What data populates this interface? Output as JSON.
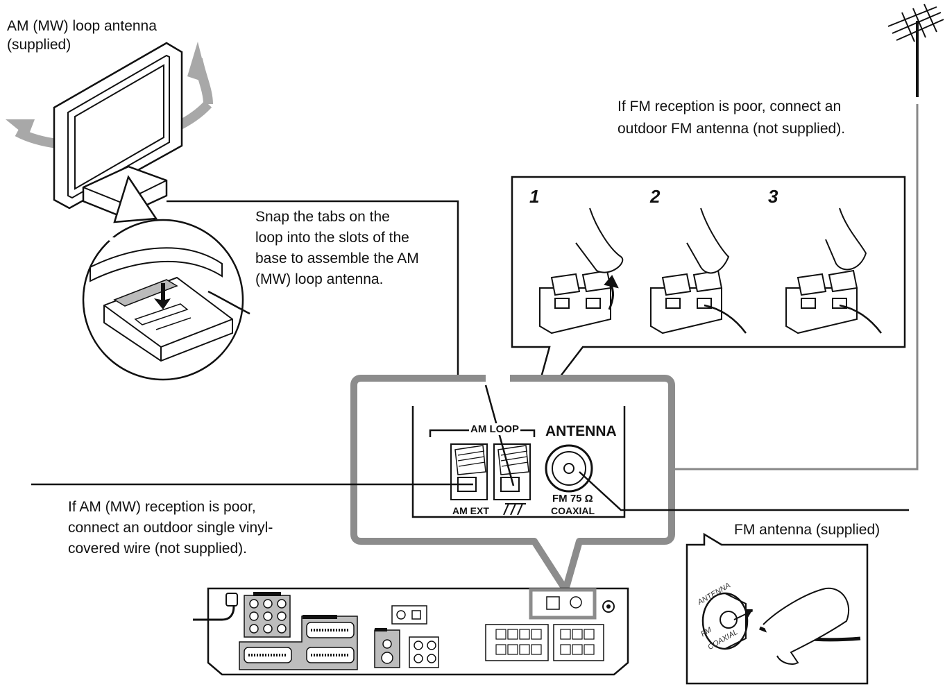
{
  "labels": {
    "am_loop_antenna": [
      "AM (MW) loop antenna",
      "(supplied)"
    ],
    "snap_instruction": [
      "Snap the tabs on the",
      "loop into the slots of the",
      "base to assemble the AM",
      "(MW) loop antenna."
    ],
    "fm_poor": [
      "If FM reception is poor, connect an",
      "outdoor FM antenna (not supplied)."
    ],
    "am_poor": [
      "If AM (MW) reception is poor,",
      "connect an outdoor single vinyl-",
      "covered wire (not supplied)."
    ],
    "fm_antenna_supplied": "FM antenna (supplied)"
  },
  "steps": [
    "1",
    "2",
    "3"
  ],
  "panel": {
    "am_loop": "AM LOOP",
    "antenna": "ANTENNA",
    "am_ext": "AM EXT",
    "fm_75": "FM 75 Ω",
    "coaxial": "COAXIAL"
  },
  "inset_connector": {
    "antenna": "ANTENNA",
    "fm": "FM",
    "coaxial": "COAXIAL"
  },
  "colors": {
    "line": "#111111",
    "callout_frame": "#8c8c8c",
    "arrow_gray": "#a8a8a8",
    "device_fill": "#bdbdbd"
  }
}
